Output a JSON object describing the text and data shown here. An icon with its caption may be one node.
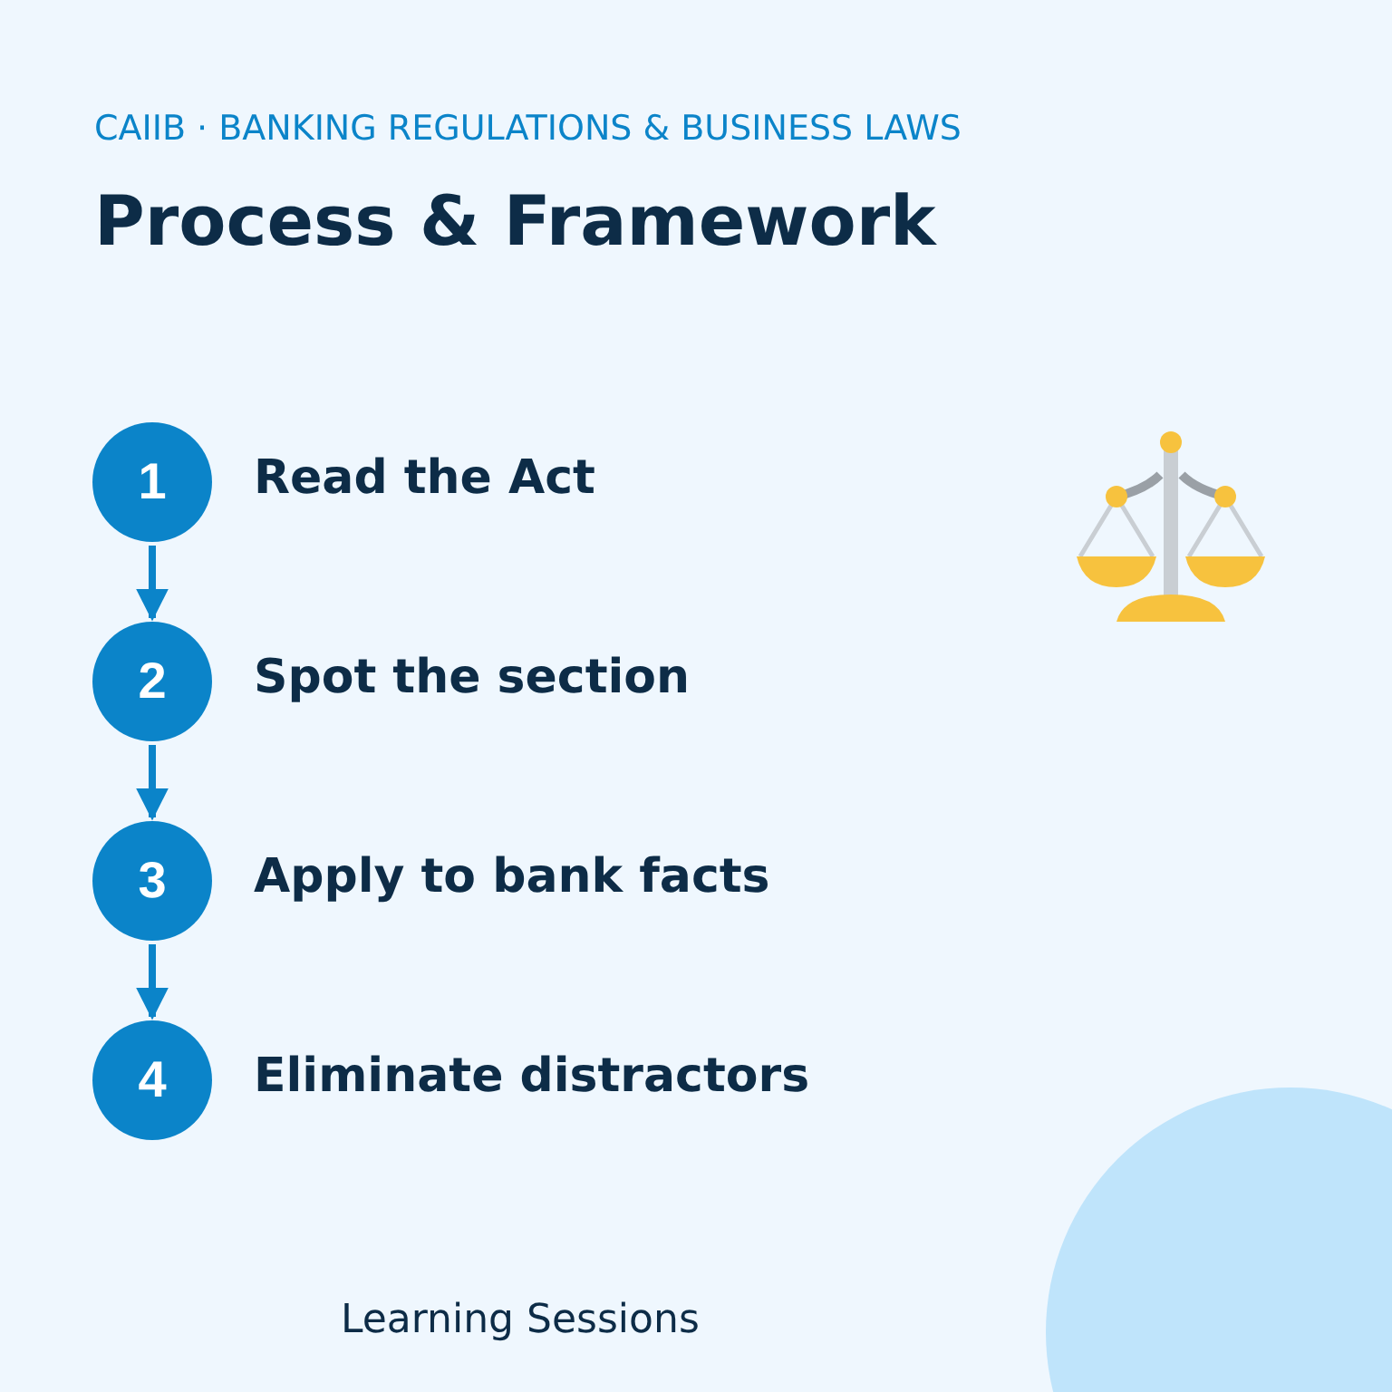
{
  "diagram": {
    "title": "Process & Framework",
    "nodes": [
      {
        "text": [
          "1"
        ],
        "beside": [
          "Read the Act"
        ]
      },
      {
        "text": [
          "2"
        ],
        "beside": [
          "Spot the section"
        ]
      },
      {
        "text": [
          "3"
        ],
        "beside": [
          "Apply to bank facts"
        ]
      },
      {
        "text": [
          "4"
        ],
        "beside": [
          "Eliminate distractors"
        ]
      }
    ],
    "edges": [
      {
        "from": 0,
        "to": 1,
        "arrow": "to"
      },
      {
        "from": 1,
        "to": 2,
        "arrow": "to"
      },
      {
        "from": 2,
        "to": 3,
        "arrow": "to"
      }
    ],
    "labels": [
      "CAIIB · BANKING REGULATIONS & BUSINESS LAWS",
      "Learning Sessions"
    ]
  }
}
